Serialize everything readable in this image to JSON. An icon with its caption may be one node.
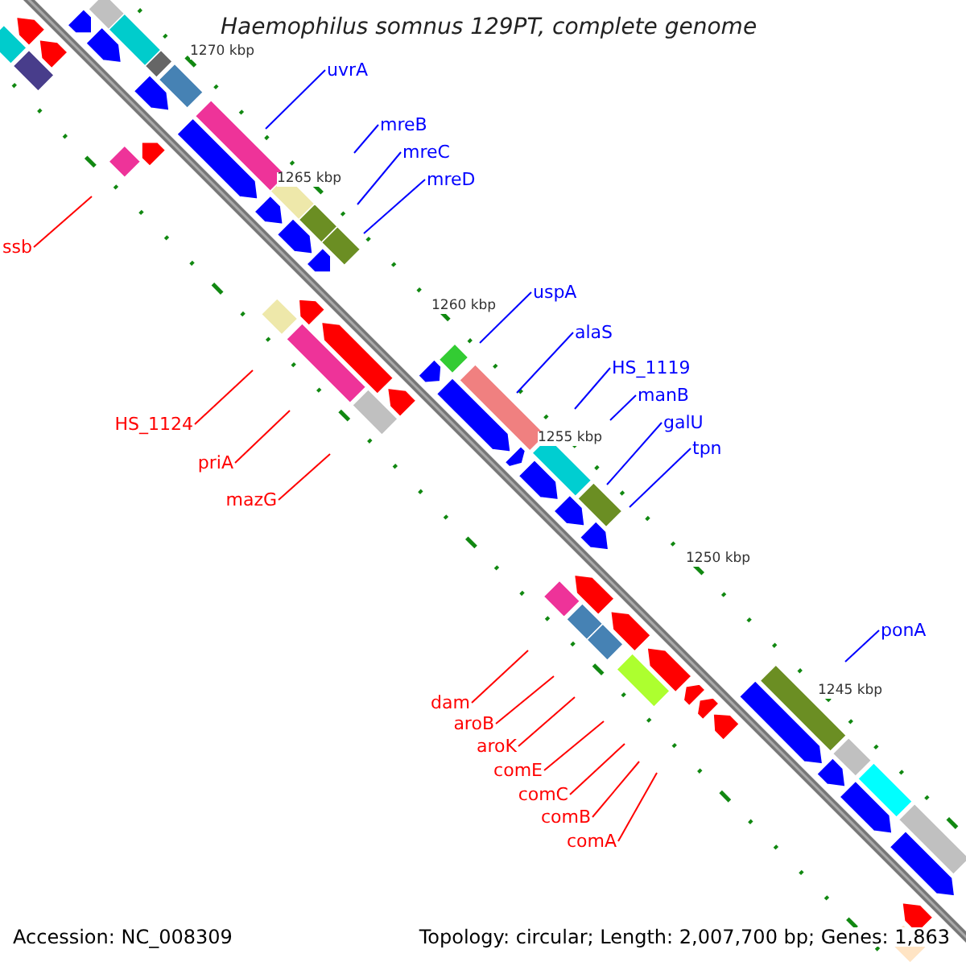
{
  "diagram": {
    "title": "Haemophilus somnus 129PT, complete genome",
    "nodes": [
      {
        "text": [
          "uvrA"
        ]
      },
      {
        "text": [
          "mreB"
        ]
      },
      {
        "text": [
          "mreC"
        ]
      },
      {
        "text": [
          "mreD"
        ]
      },
      {
        "text": [
          "ssb"
        ]
      },
      {
        "text": [
          "uspA"
        ]
      },
      {
        "text": [
          "alaS"
        ]
      },
      {
        "text": [
          "HS_1119"
        ]
      },
      {
        "text": [
          "manB"
        ]
      },
      {
        "text": [
          "galU"
        ]
      },
      {
        "text": [
          "HS_1124"
        ]
      },
      {
        "text": [
          "tpn"
        ]
      },
      {
        "text": [
          "priA"
        ]
      },
      {
        "text": [
          "mazG"
        ]
      },
      {
        "text": [
          "ponA"
        ]
      },
      {
        "text": [
          "dam"
        ]
      },
      {
        "text": [
          "aroB"
        ]
      },
      {
        "text": [
          "aroK"
        ]
      },
      {
        "text": [
          "comE"
        ]
      },
      {
        "text": [
          "comC"
        ]
      },
      {
        "text": [
          "comB"
        ]
      },
      {
        "text": [
          "comA"
        ]
      }
    ],
    "edges": [
      {
        "from": 0,
        "to": null,
        "arrow": "none",
        "color": "#0000ff"
      },
      {
        "from": 1,
        "to": null,
        "arrow": "none",
        "color": "#0000ff"
      },
      {
        "from": 2,
        "to": null,
        "arrow": "none",
        "color": "#0000ff"
      },
      {
        "from": 3,
        "to": null,
        "arrow": "none",
        "color": "#0000ff"
      },
      {
        "from": 4,
        "to": null,
        "arrow": "none",
        "color": "#ff0000"
      },
      {
        "from": 5,
        "to": null,
        "arrow": "none",
        "color": "#0000ff"
      },
      {
        "from": 6,
        "to": null,
        "arrow": "none",
        "color": "#0000ff"
      },
      {
        "from": 7,
        "to": null,
        "arrow": "none",
        "color": "#0000ff"
      },
      {
        "from": 8,
        "to": null,
        "arrow": "none",
        "color": "#0000ff"
      },
      {
        "from": 9,
        "to": null,
        "arrow": "none",
        "color": "#0000ff"
      },
      {
        "from": 10,
        "to": null,
        "arrow": "none",
        "color": "#ff0000"
      },
      {
        "from": 11,
        "to": null,
        "arrow": "none",
        "color": "#0000ff"
      },
      {
        "from": 12,
        "to": null,
        "arrow": "none",
        "color": "#ff0000"
      },
      {
        "from": 13,
        "to": null,
        "arrow": "none",
        "color": "#ff0000"
      },
      {
        "from": 14,
        "to": null,
        "arrow": "none",
        "color": "#0000ff"
      },
      {
        "from": 15,
        "to": null,
        "arrow": "none",
        "color": "#ff0000"
      },
      {
        "from": 16,
        "to": null,
        "arrow": "none",
        "color": "#ff0000"
      },
      {
        "from": 17,
        "to": null,
        "arrow": "none",
        "color": "#ff0000"
      },
      {
        "from": 18,
        "to": null,
        "arrow": "none",
        "color": "#ff0000"
      },
      {
        "from": 19,
        "to": null,
        "arrow": "none",
        "color": "#ff0000"
      },
      {
        "from": 20,
        "to": null,
        "arrow": "none",
        "color": "#ff0000"
      },
      {
        "from": 21,
        "to": null,
        "arrow": "none",
        "color": "#ff0000"
      }
    ],
    "labels": [
      "1270 kbp",
      "1265 kbp",
      "1260 kbp",
      "1255 kbp",
      "1250 kbp",
      "1245 kbp",
      "Accession: NC_008309",
      "Topology: circular; Length: 2,007,700 bp; Genes: 1,863"
    ]
  }
}
